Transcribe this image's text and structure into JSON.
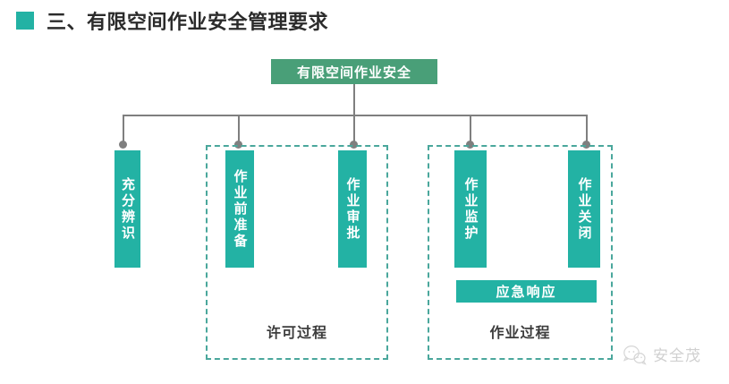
{
  "header": {
    "marker_color": "#23b2a4",
    "title": "三、有限空间作业安全管理要求"
  },
  "diagram": {
    "root": {
      "label": "有限空间作业安全",
      "color": "#499f78"
    },
    "connector_color": "#7f7f7f",
    "node_color": "#23b2a4",
    "dash_color": "#4aa79c",
    "nodes": [
      {
        "label": "充分辨识"
      },
      {
        "label": "作业前准备"
      },
      {
        "label": "作业审批"
      },
      {
        "label": "作业监护"
      },
      {
        "label": "作业关闭"
      }
    ],
    "groups": [
      {
        "label": "许可过程"
      },
      {
        "label": "作业过程"
      }
    ],
    "emergency_bar": {
      "label": "应急响应",
      "color": "#23b2a4"
    }
  },
  "watermark": {
    "text": "安全茂",
    "logo": "wechat-face-logo"
  }
}
